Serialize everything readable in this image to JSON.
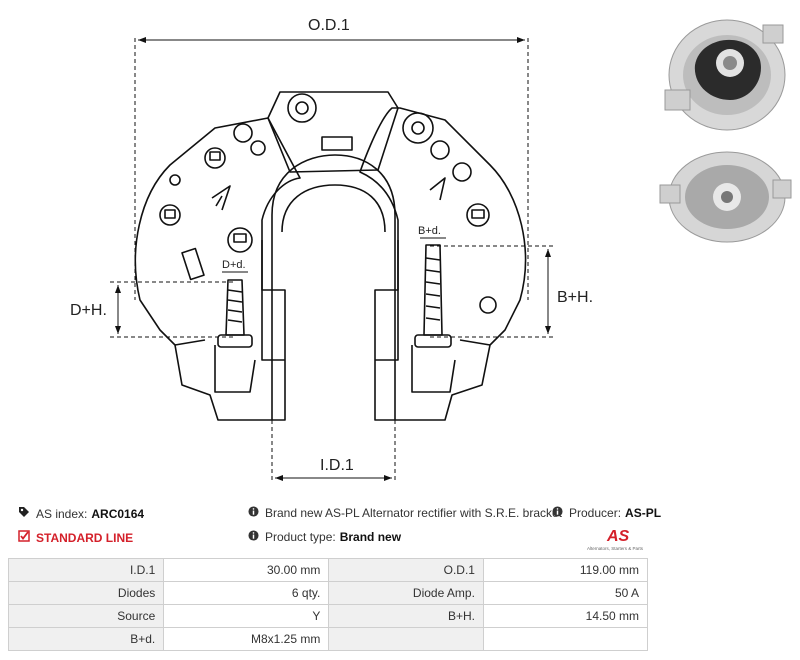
{
  "drawing": {
    "od_label": "O.D.1",
    "id_label": "I.D.1",
    "dh_label": "D+H.",
    "bh_label": "B+H.",
    "dd_label": "D+d.",
    "bd_label": "B+d."
  },
  "info": {
    "as_index_label": "AS index:",
    "as_index_value": "ARC0164",
    "standard_line": "STANDARD LINE",
    "description": "Brand new AS-PL Alternator rectifier with S.R.E. bracket",
    "product_type_label": "Product type:",
    "product_type_value": "Brand new",
    "producer_label": "Producer:",
    "producer_value": "AS-PL",
    "logo_text": "AS",
    "logo_tagline": "Alternators, Starters & Parts"
  },
  "specs": [
    {
      "k1": "I.D.1",
      "v1": "30.00 mm",
      "k2": "O.D.1",
      "v2": "119.00 mm"
    },
    {
      "k1": "Diodes",
      "v1": "6 qty.",
      "k2": "Diode Amp.",
      "v2": "50 A"
    },
    {
      "k1": "Source",
      "v1": "Y",
      "k2": "B+H.",
      "v2": "14.50 mm"
    },
    {
      "k1": "B+d.",
      "v1": "M8x1.25 mm",
      "k2": "",
      "v2": ""
    }
  ],
  "colors": {
    "accent": "#d4202a",
    "header_cell": "#f0f0f0",
    "border": "#cfcfcf"
  }
}
